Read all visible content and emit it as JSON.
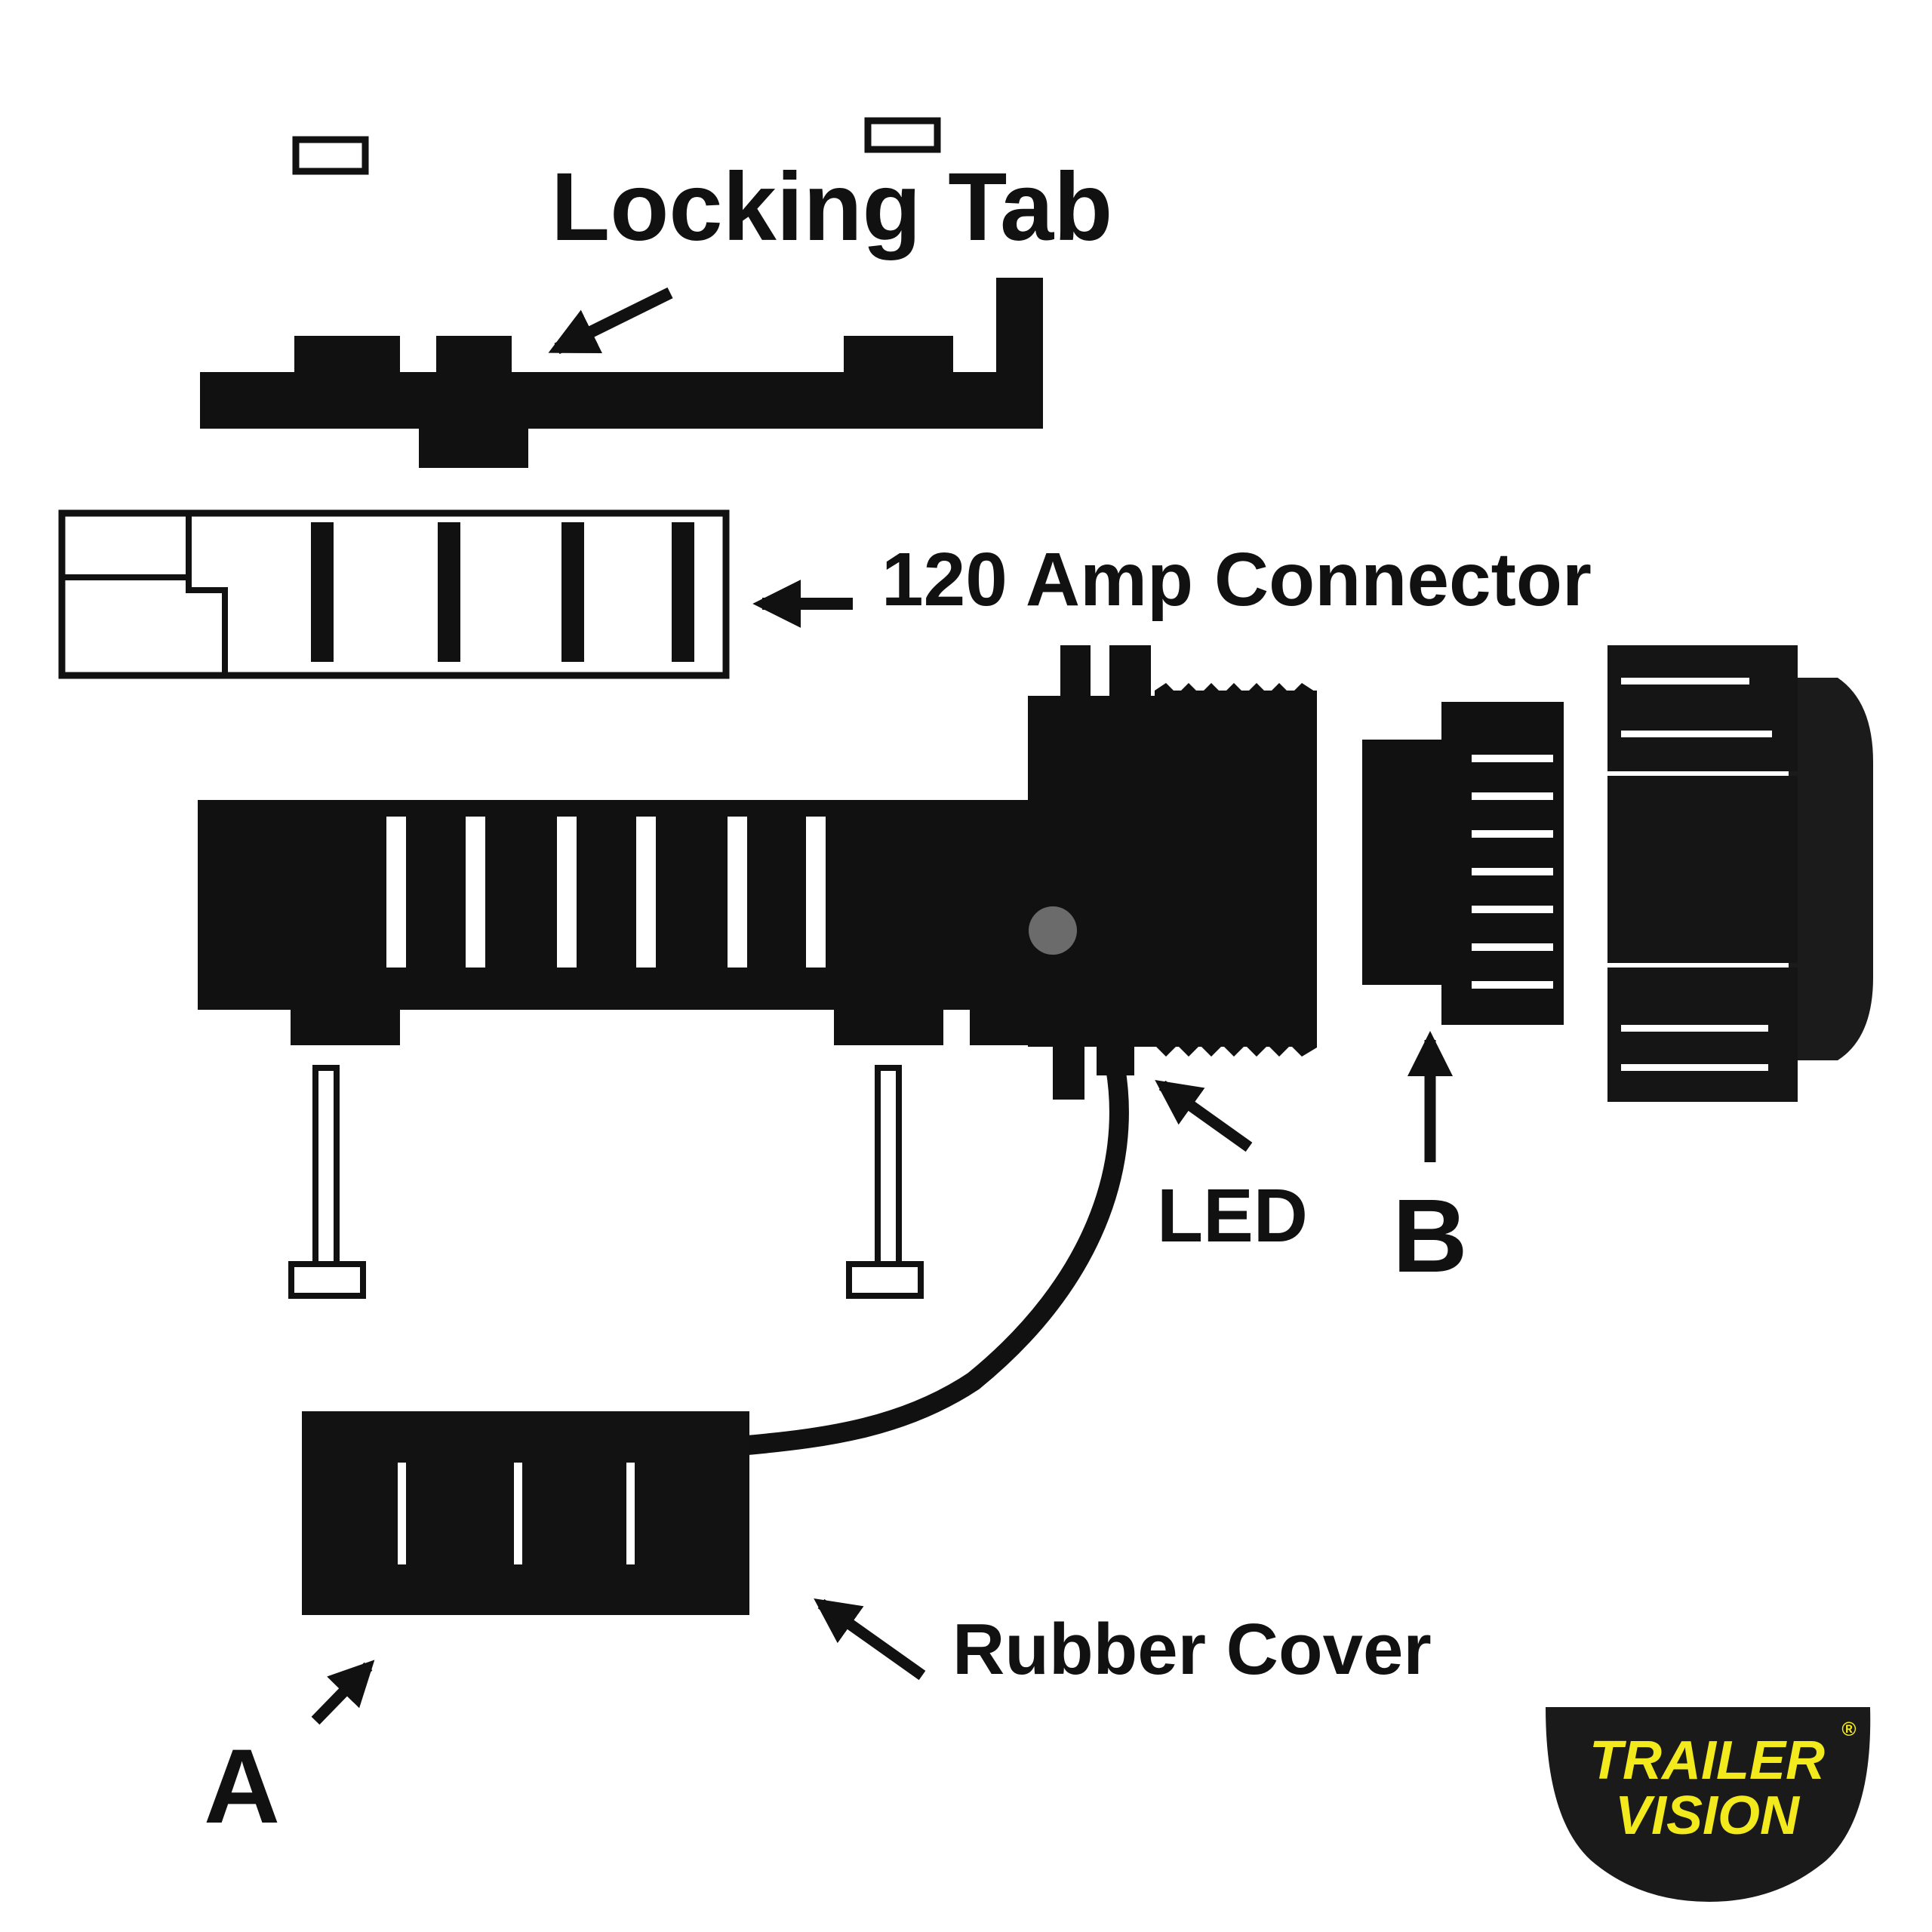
{
  "labels": {
    "locking_tab": "Locking Tab",
    "connector": "120 Amp Connector",
    "led": "LED",
    "b": "B",
    "rubber_cover": "Rubber Cover",
    "a": "A"
  },
  "logo": {
    "line1": "TRAILER",
    "line2": "VISION",
    "registered": "®"
  },
  "colors": {
    "ink": "#111111",
    "paper": "#ffffff",
    "logo_bg": "#1a1a1a",
    "logo_text": "#f2ea1c",
    "led_dot": "#6b6b6b"
  }
}
